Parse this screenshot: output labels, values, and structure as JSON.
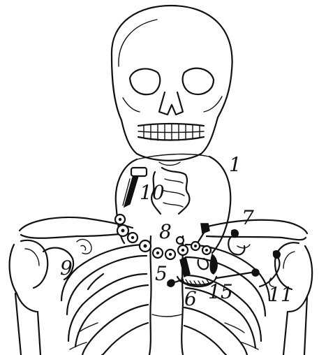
{
  "labels": {
    "l1": "1",
    "l5": "5",
    "l6": "6",
    "l7": "7",
    "l8": "8",
    "l9": "9",
    "l10": "10",
    "l11": "11",
    "l15": "15"
  },
  "icons": {
    "skull": "skull-icon",
    "ribcage": "ribcage-icon",
    "necklace": "necklace-icon"
  }
}
